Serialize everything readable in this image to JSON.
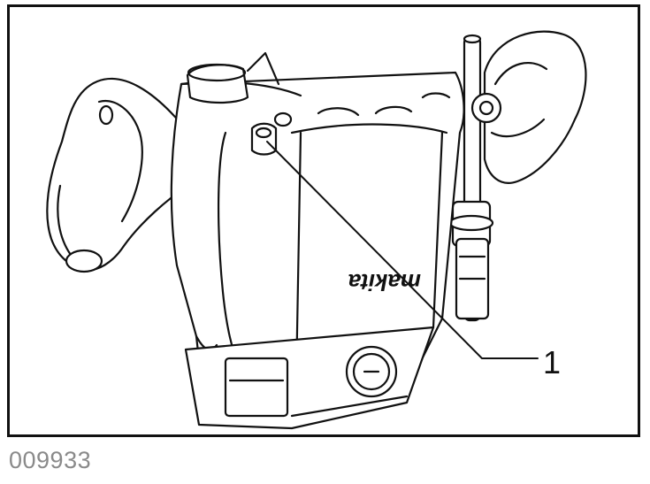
{
  "figure": {
    "callout_label": "1",
    "figure_code": "009933",
    "brand_logo_text": "makita",
    "colors": {
      "line": "#111111",
      "background": "#ffffff",
      "code_text": "#8a8a8a"
    }
  }
}
